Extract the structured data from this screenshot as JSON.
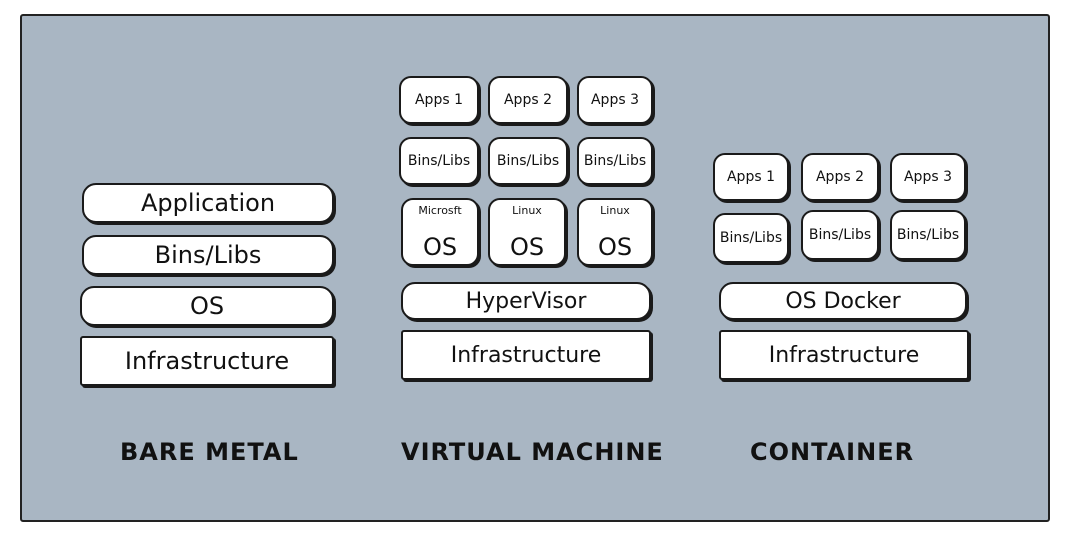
{
  "bare_metal": {
    "application": "Application",
    "bins_libs": "Bins/Libs",
    "os": "OS",
    "infrastructure": "Infrastructure",
    "caption": "BARE METAL"
  },
  "virtual_machine": {
    "apps": [
      "Apps 1",
      "Apps 2",
      "Apps 3"
    ],
    "bins_libs": [
      "Bins/Libs",
      "Bins/Libs",
      "Bins/Libs"
    ],
    "os_labels": [
      "Microsft",
      "Linux",
      "Linux"
    ],
    "os": [
      "OS",
      "OS",
      "OS"
    ],
    "hypervisor": "HyperVisor",
    "infrastructure": "Infrastructure",
    "caption": "VIRTUAL MACHINE"
  },
  "container": {
    "apps": [
      "Apps 1",
      "Apps 2",
      "Apps 3"
    ],
    "bins_libs": [
      "Bins/Libs",
      "Bins/Libs",
      "Bins/Libs"
    ],
    "os_docker": "OS Docker",
    "infrastructure": "Infrastructure",
    "caption": "CONTAINER"
  }
}
